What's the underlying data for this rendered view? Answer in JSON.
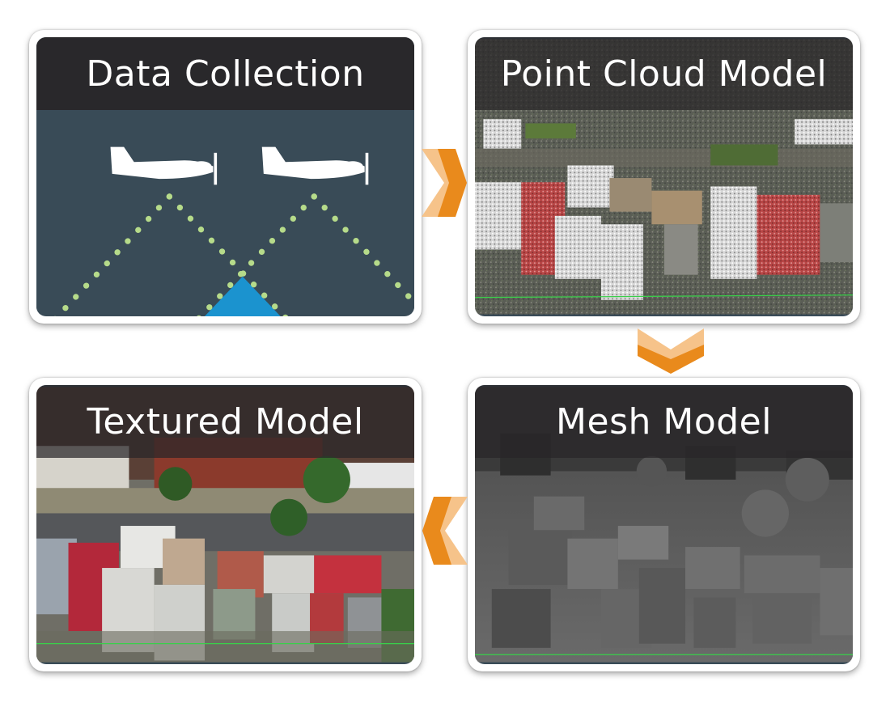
{
  "steps": {
    "data_collection": {
      "title": "Data Collection"
    },
    "point_cloud": {
      "title": "Point Cloud Model"
    },
    "mesh": {
      "title": "Mesh Model"
    },
    "textured": {
      "title": "Textured Model"
    }
  },
  "colors": {
    "arrow_light": "#f6c38a",
    "arrow_dark": "#e98a1c",
    "panel_bg": "#394b57",
    "title_bar": "#2a282a",
    "dots": "#b6db8a",
    "coverage": "#1b93cf"
  },
  "icons": [
    "plane-icon",
    "plane-icon",
    "chevron-right-icon",
    "chevron-down-icon",
    "chevron-left-icon"
  ]
}
